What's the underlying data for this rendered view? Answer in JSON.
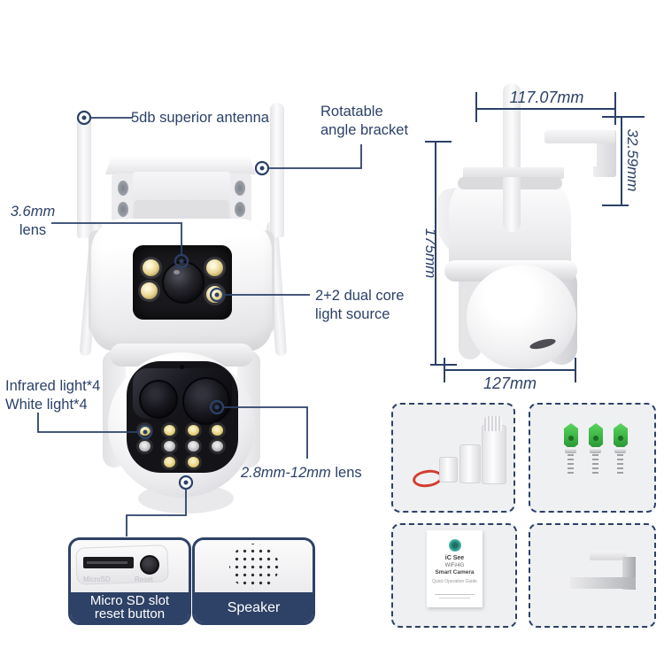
{
  "title": "dual-lens wifi ptz camera annotated diagram",
  "colors": {
    "annotation": "#2c4168",
    "label_bar": "#2e4166",
    "seal_ring_red": "#d43c30",
    "anchor_green": "#3cb344",
    "manual_logo_teal": "#45b8ac"
  },
  "callouts": {
    "antenna": "5db superior antenna",
    "bracket": [
      "Rotatable",
      "angle bracket"
    ],
    "lens_36": {
      "value": "3.6mm",
      "word": "lens"
    },
    "dual_light": [
      "2+2 dual core",
      "light source"
    ],
    "lights": [
      "Infrared light*4",
      "White light*4"
    ],
    "lens_28_12": {
      "value": "2.8mm-12mm",
      "word": "lens"
    }
  },
  "dimensions": {
    "top_width": "117.07mm",
    "bracket_offset": "32.59mm",
    "height": "175mm",
    "base_width": "127mm"
  },
  "detail_tiles": {
    "sd": {
      "label": [
        "Micro SD slot",
        "reset button"
      ],
      "etched": [
        "MicroSD",
        "Reset"
      ]
    },
    "speaker": {
      "label": "Speaker"
    }
  },
  "accessories": {
    "manual": {
      "brand": "iC See",
      "product_line1": "WiFi/4G",
      "product_line2": "Smart Camera",
      "subtitle": "Quick Operation Guide"
    }
  }
}
